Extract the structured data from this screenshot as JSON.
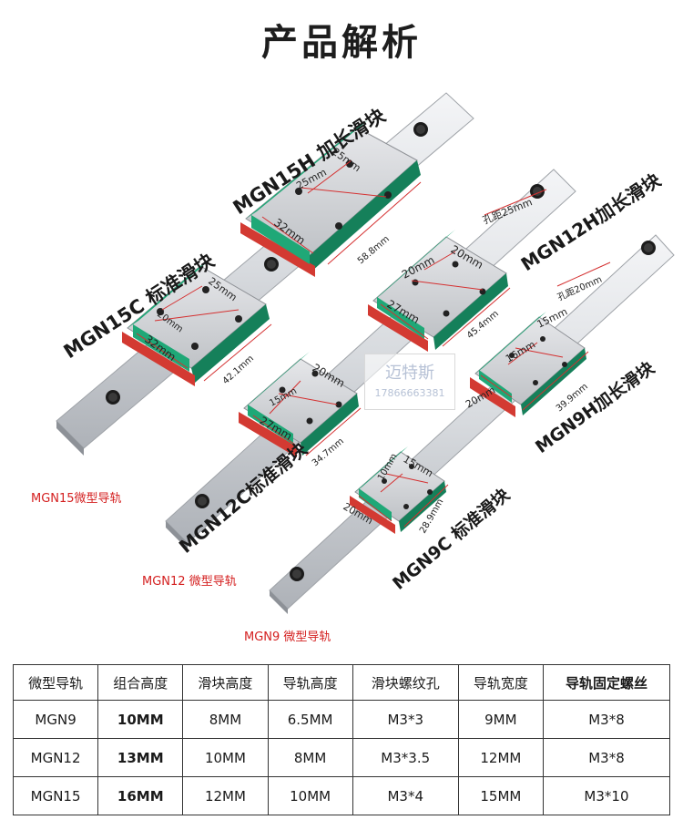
{
  "title": "产品解析",
  "watermark": {
    "name": "迈特斯",
    "phone": "17866663381"
  },
  "product_labels": {
    "mgn15h": "MGN15H 加长滑块",
    "mgn15c": "MGN15C 标准滑块",
    "mgn12h": "MGN12H加长滑块",
    "mgn12c": "MGN12C标准滑块",
    "mgn9h": "MGN9H加长滑块",
    "mgn9c": "MGN9C 标准滑块"
  },
  "rail_labels": {
    "mgn15": "MGN15微型导轨",
    "mgn12": "MGN12 微型导轨",
    "mgn9": "MGN9 微型导轨"
  },
  "dimensions": {
    "b15h_a": "25mm",
    "b15h_b": "25mm",
    "b15h_c": "32mm",
    "b15h_len": "58.8mm",
    "b15c_a": "25mm",
    "b15c_b": "20mm",
    "b15c_c": "32mm",
    "b15c_len": "42.1mm",
    "pitch12": "孔距25mm",
    "b12h_a": "20mm",
    "b12h_b": "20mm",
    "b12h_c": "27mm",
    "b12h_len": "45.4mm",
    "b12c_a": "20mm",
    "b12c_b": "15mm",
    "b12c_c": "27mm",
    "b12c_len": "34.7mm",
    "pitch9": "孔距20mm",
    "b9h_a": "15mm",
    "b9h_b": "16mm",
    "b9h_c": "20mm",
    "b9h_len": "39.9mm",
    "b9c_a": "15mm",
    "b9c_b": "10mm",
    "b9c_c": "20mm",
    "b9c_len": "28.9mm"
  },
  "colors": {
    "block_green": "#1fa877",
    "end_cap_red": "#d33a32",
    "rail_caption": "#d42020"
  },
  "table": {
    "headers": [
      "微型导轨",
      "组合高度",
      "滑块高度",
      "导轨高度",
      "滑块螺纹孔",
      "导轨宽度",
      "导轨固定螺丝"
    ],
    "rows": [
      [
        "MGN9",
        "10MM",
        "8MM",
        "6.5MM",
        "M3*3",
        "9MM",
        "M3*8"
      ],
      [
        "MGN12",
        "13MM",
        "10MM",
        "8MM",
        "M3*3.5",
        "12MM",
        "M3*8"
      ],
      [
        "MGN15",
        "16MM",
        "12MM",
        "10MM",
        "M3*4",
        "15MM",
        "M3*10"
      ]
    ]
  }
}
